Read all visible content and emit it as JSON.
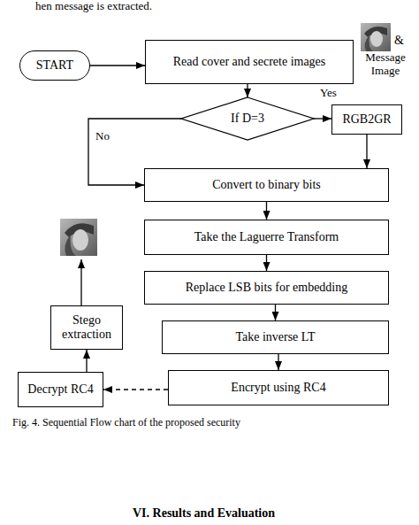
{
  "diagram": {
    "caption": "Fig. 4. Sequential Flow chart of the proposed security",
    "nodes": [
      {
        "text": [
          "START"
        ]
      },
      {
        "text": [
          "Read cover and secrete images"
        ]
      },
      {
        "text": [
          "If D=3"
        ]
      },
      {
        "text": [
          "RGB2GR"
        ]
      },
      {
        "text": [
          "Convert to binary bits"
        ]
      },
      {
        "text": [
          "Take the Laguerre Transform"
        ]
      },
      {
        "text": [
          "Replace LSB bits for embedding"
        ]
      },
      {
        "text": [
          "Take inverse LT"
        ]
      },
      {
        "text": [
          "Encrypt using RC4"
        ]
      },
      {
        "text": [
          "Decrypt RC4"
        ]
      },
      {
        "text": [
          "Stego extraction"
        ]
      }
    ],
    "edges": [
      {
        "from": 0,
        "to": 1,
        "arrow": "to"
      },
      {
        "from": 1,
        "to": 2,
        "arrow": "to"
      },
      {
        "from": 2,
        "to": 3,
        "label": "Yes",
        "arrow": "to"
      },
      {
        "from": 2,
        "to": 4,
        "label": "No",
        "arrow": "to"
      },
      {
        "from": 3,
        "to": 4,
        "arrow": "to"
      },
      {
        "from": 4,
        "to": 5,
        "arrow": "to"
      },
      {
        "from": 5,
        "to": 6,
        "arrow": "to"
      },
      {
        "from": 6,
        "to": 7,
        "arrow": "to"
      },
      {
        "from": 7,
        "to": 8,
        "arrow": "to"
      },
      {
        "from": 8,
        "to": 9,
        "arrow": "to"
      },
      {
        "from": 9,
        "to": 10,
        "arrow": "to"
      }
    ],
    "labels": [
      "hen message is extracted.",
      "&",
      "Message Image",
      "VI. Results and Evaluation"
    ]
  }
}
